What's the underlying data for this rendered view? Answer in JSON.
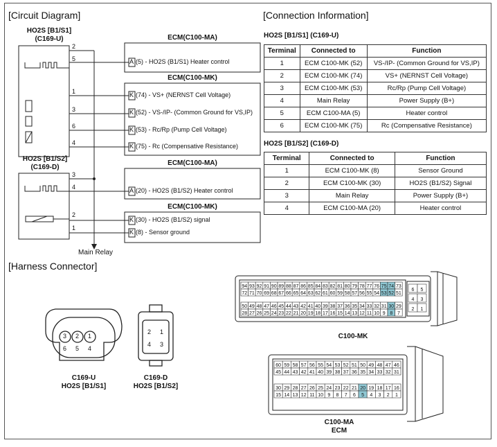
{
  "sections": {
    "circuit_diagram": "[Circuit Diagram]",
    "connection_info": "[Connection Information]",
    "harness_connector": "[Harness Connector]"
  },
  "circuit": {
    "sensor1_title": "HO2S [B1/S1]",
    "sensor1_conn": "(C169-U)",
    "sensor2_title": "HO2S [B1/S2]",
    "sensor2_conn": "(C169-D)",
    "main_relay": "Main Relay",
    "sensor1_pins": [
      "2",
      "5",
      "1",
      "3",
      "6",
      "4"
    ],
    "sensor2_pins": [
      "3",
      "4",
      "2",
      "1"
    ],
    "ecm_headers": [
      "ECM(C100-MA)",
      "ECM(C100-MK)",
      "ECM(C100-MA)",
      "ECM(C100-MK)"
    ],
    "pin_letters": [
      "A",
      "K",
      "K",
      "K",
      "K",
      "A",
      "K",
      "K"
    ],
    "signals": [
      "(5) - HO2S (B1/S1) Heater control",
      "(74) - VS+ (NERNST Cell Voltage)",
      "(52) - VS-/IP- (Common Ground for VS,IP)",
      "(53) - Rc/Rp (Pump Cell Voltage)",
      "(75) - Rc (Compensative Resistance)",
      "(20) - HO2S (B1/S2) Heater control",
      "(30) - HO2S (B1/S2) signal",
      "(8) - Sensor ground"
    ]
  },
  "table1": {
    "title": "HO2S [B1/S1] (C169-U)",
    "headers": [
      "Terminal",
      "Connected to",
      "Function"
    ],
    "rows": [
      [
        "1",
        "ECM C100-MK (52)",
        "VS-/IP- (Common Ground for VS,IP)"
      ],
      [
        "2",
        "ECM C100-MK (74)",
        "VS+ (NERNST Cell Voltage)"
      ],
      [
        "3",
        "ECM C100-MK (53)",
        "Rc/Rp (Pump Cell Voltage)"
      ],
      [
        "4",
        "Main Relay",
        "Power Supply (B+)"
      ],
      [
        "5",
        "ECM C100-MA (5)",
        "Heater control"
      ],
      [
        "6",
        "ECM C100-MK (75)",
        "Rc (Compensative Resistance)"
      ]
    ]
  },
  "table2": {
    "title": "HO2S [B1/S2] (C169-D)",
    "headers": [
      "Terminal",
      "Connected to",
      "Function"
    ],
    "rows": [
      [
        "1",
        "ECM C100-MK (8)",
        "Sensor Ground"
      ],
      [
        "2",
        "ECM C100-MK (30)",
        "HO2S (B1/S2) Signal"
      ],
      [
        "3",
        "Main Relay",
        "Power Supply (B+)"
      ],
      [
        "4",
        "ECM C100-MA (20)",
        "Heater control"
      ]
    ]
  },
  "harness": {
    "c169u_label1": "C169-U",
    "c169u_label2": "HO2S [B1/S1]",
    "c169d_label1": "C169-D",
    "c169d_label2": "HO2S [B1/S2]",
    "c169u_pins": [
      "3",
      "2",
      "1",
      "6",
      "5",
      "4"
    ],
    "c169d_pins": [
      "2",
      "1",
      "4",
      "3"
    ],
    "mk_label": "C100-MK",
    "ma_label1": "C100-MA",
    "ma_label2": "ECM",
    "mk_row1": [
      "94",
      "93",
      "92",
      "91",
      "90",
      "89",
      "88",
      "87",
      "86",
      "85",
      "84",
      "83",
      "82",
      "81",
      "80",
      "79",
      "78",
      "77",
      "76",
      "75",
      "74",
      "73"
    ],
    "mk_row2": [
      "72",
      "71",
      "70",
      "69",
      "68",
      "67",
      "66",
      "65",
      "64",
      "63",
      "62",
      "61",
      "60",
      "59",
      "58",
      "57",
      "56",
      "55",
      "54",
      "53",
      "52",
      "51"
    ],
    "mk_row3": [
      "50",
      "49",
      "48",
      "47",
      "46",
      "45",
      "44",
      "43",
      "42",
      "41",
      "40",
      "39",
      "38",
      "37",
      "36",
      "35",
      "34",
      "33",
      "32",
      "31",
      "30",
      "29"
    ],
    "mk_row4": [
      "28",
      "27",
      "26",
      "25",
      "24",
      "23",
      "22",
      "21",
      "20",
      "19",
      "18",
      "17",
      "16",
      "15",
      "14",
      "13",
      "12",
      "11",
      "10",
      "9",
      "8",
      "7"
    ],
    "mk_side": [
      "6",
      "5",
      "4",
      "3",
      "2",
      "1"
    ],
    "ma_row1": [
      "60",
      "59",
      "58",
      "57",
      "56",
      "55",
      "54",
      "53",
      "52",
      "51",
      "50",
      "49",
      "48",
      "47",
      "46"
    ],
    "ma_row2": [
      "45",
      "44",
      "43",
      "42",
      "41",
      "40",
      "39",
      "38",
      "37",
      "36",
      "35",
      "34",
      "33",
      "32",
      "31"
    ],
    "ma_row3": [
      "30",
      "29",
      "28",
      "27",
      "26",
      "25",
      "24",
      "23",
      "22",
      "21",
      "20",
      "19",
      "18",
      "17",
      "16"
    ],
    "ma_row4": [
      "15",
      "14",
      "13",
      "12",
      "11",
      "10",
      "9",
      "8",
      "7",
      "6",
      "5",
      "4",
      "3",
      "2",
      "1"
    ],
    "highlight_pins_mk": [
      "75",
      "74",
      "53",
      "52",
      "30",
      "8"
    ],
    "highlight_pins_ma": [
      "20",
      "5"
    ],
    "highlight_color": "#8fc8d4"
  }
}
